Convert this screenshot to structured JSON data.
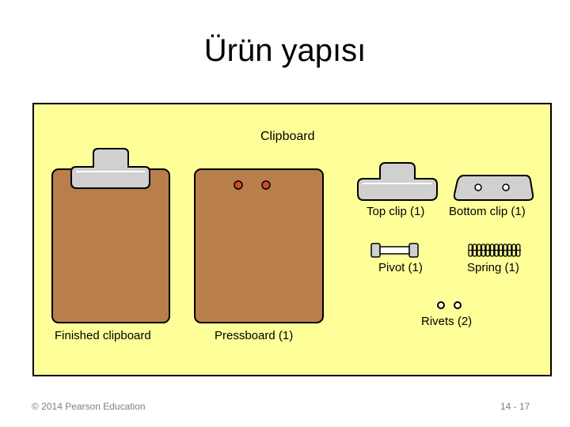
{
  "slide": {
    "title": "Ürün yapısı",
    "diagram_title": "Clipboard",
    "labels": {
      "finished": "Finished clipboard",
      "pressboard": "Pressboard (1)",
      "top_clip": "Top clip (1)",
      "bottom_clip": "Bottom clip (1)",
      "pivot": "Pivot (1)",
      "spring": "Spring (1)",
      "rivets": "Rivets (2)"
    },
    "colors": {
      "panel": "#ffff99",
      "board": "#b87e4b",
      "clip": "#c9c9c9",
      "hole": "#d24a2c"
    }
  },
  "footer": {
    "copyright": "© 2014 Pearson Education",
    "page": "14 - 17"
  }
}
